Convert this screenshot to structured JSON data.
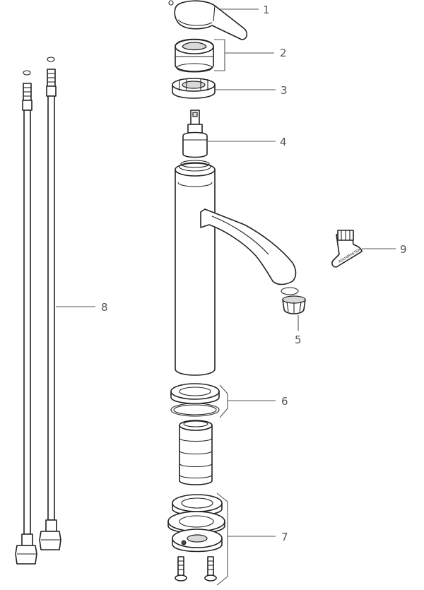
{
  "diagram": {
    "callouts": {
      "c1": "1",
      "c2": "2",
      "c3": "3",
      "c4": "4",
      "c5": "5",
      "c6": "6",
      "c7": "7",
      "c8": "8",
      "c9": "9"
    },
    "tool_logo_text": "AQUAMASTER",
    "colors": {
      "line": "#222222",
      "label": "#555555",
      "background": "#ffffff"
    }
  }
}
